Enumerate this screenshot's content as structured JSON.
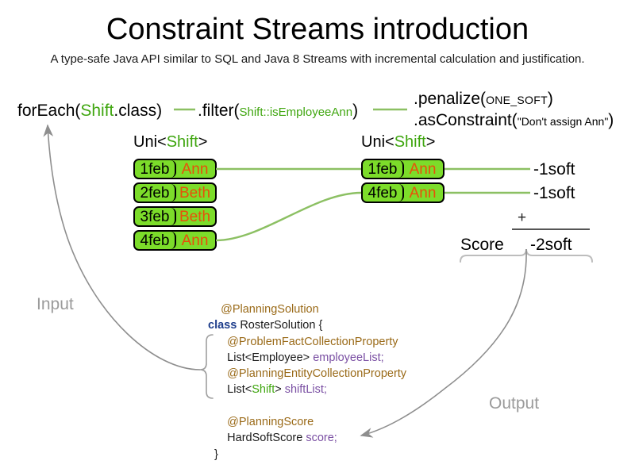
{
  "header": {
    "title": "Constraint Streams introduction",
    "subtitle": "A type-safe Java API similar to SQL and Java 8 Streams with incremental calculation and justification."
  },
  "pipeline": {
    "for_each": {
      "prefix": "forEach(",
      "type": "Shift",
      "suffix": ".class)"
    },
    "filter": {
      "prefix": ".filter(",
      "ref": "Shift::isEmployeeAnn",
      "suffix": ")"
    },
    "penalize": {
      "prefix": ".penalize(",
      "arg": "ONE_SOFT",
      "suffix": ")"
    },
    "as_constraint": {
      "prefix": ".asConstraint(",
      "arg": "\"Don't assign Ann\"",
      "suffix": ")"
    }
  },
  "streams": [
    {
      "label_prefix": "Uni<",
      "label_type": "Shift",
      "label_suffix": ">",
      "rows": [
        {
          "date": "1feb",
          "name": "Ann"
        },
        {
          "date": "2feb",
          "name": "Beth"
        },
        {
          "date": "3feb",
          "name": "Beth"
        },
        {
          "date": "4feb",
          "name": "Ann"
        }
      ]
    },
    {
      "label_prefix": "Uni<",
      "label_type": "Shift",
      "label_suffix": ">",
      "rows": [
        {
          "date": "1feb",
          "name": "Ann"
        },
        {
          "date": "4feb",
          "name": "Ann"
        }
      ]
    }
  ],
  "penalties": [
    "-1soft",
    "-1soft"
  ],
  "score": {
    "operator": "+",
    "label": "Score",
    "total": "-2soft"
  },
  "code": {
    "lines": [
      [
        {
          "t": "    ",
          "c": ""
        },
        {
          "t": "@PlanningSolution",
          "c": "ann"
        }
      ],
      [
        {
          "t": "class",
          "c": "kw"
        },
        {
          "t": " RosterSolution {",
          "c": ""
        }
      ],
      [
        {
          "t": "      @ProblemFactCollectionProperty",
          "c": "ann"
        }
      ],
      [
        {
          "t": "      List<Employee> ",
          "c": ""
        },
        {
          "t": "employeeList",
          "c": "var"
        },
        {
          "t": ";",
          "c": "var"
        }
      ],
      [
        {
          "t": "      @PlanningEntityCollectionProperty",
          "c": "ann"
        }
      ],
      [
        {
          "t": "      List<",
          "c": ""
        },
        {
          "t": "Shift",
          "c": "grn"
        },
        {
          "t": "> ",
          "c": ""
        },
        {
          "t": "shiftList",
          "c": "var"
        },
        {
          "t": ";",
          "c": "var"
        }
      ],
      [
        {
          "t": " ",
          "c": "blank"
        }
      ],
      [
        {
          "t": "      @PlanningScore",
          "c": "ann"
        }
      ],
      [
        {
          "t": "      HardSoftScore ",
          "c": ""
        },
        {
          "t": "score",
          "c": "var"
        },
        {
          "t": ";",
          "c": "var"
        }
      ],
      [
        {
          "t": "  }",
          "c": ""
        }
      ]
    ]
  },
  "flow": {
    "input_label": "Input",
    "output_label": "Output"
  },
  "colors": {
    "stream_green": "#7CDC2A",
    "line_green": "#8CC063",
    "type_green": "#3fa60f",
    "name_orange": "#E8500A",
    "annotation_gold": "#9A6A18",
    "keyword_blue": "#1F3E8C",
    "variable_purple": "#7A4FA3",
    "flow_gray": "#9b9b9b"
  }
}
